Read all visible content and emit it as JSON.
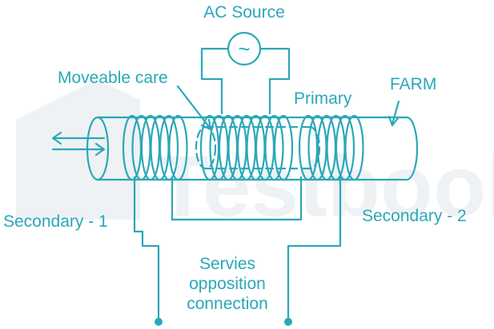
{
  "colors": {
    "line": "#2aa8b8",
    "watermark": "#eef2f4",
    "background": "#ffffff"
  },
  "watermark": {
    "text": "Testbook"
  },
  "labels": {
    "ac_source": "AC Source",
    "ac_symbol": "~",
    "moveable_core": "Moveable care",
    "primary": "Primary",
    "farm": "FARM",
    "secondary_1": "Secondary - 1",
    "secondary_2": "Secondary - 2",
    "series_line1": "Servies",
    "series_line2": "opposition",
    "series_line3": "connection"
  }
}
